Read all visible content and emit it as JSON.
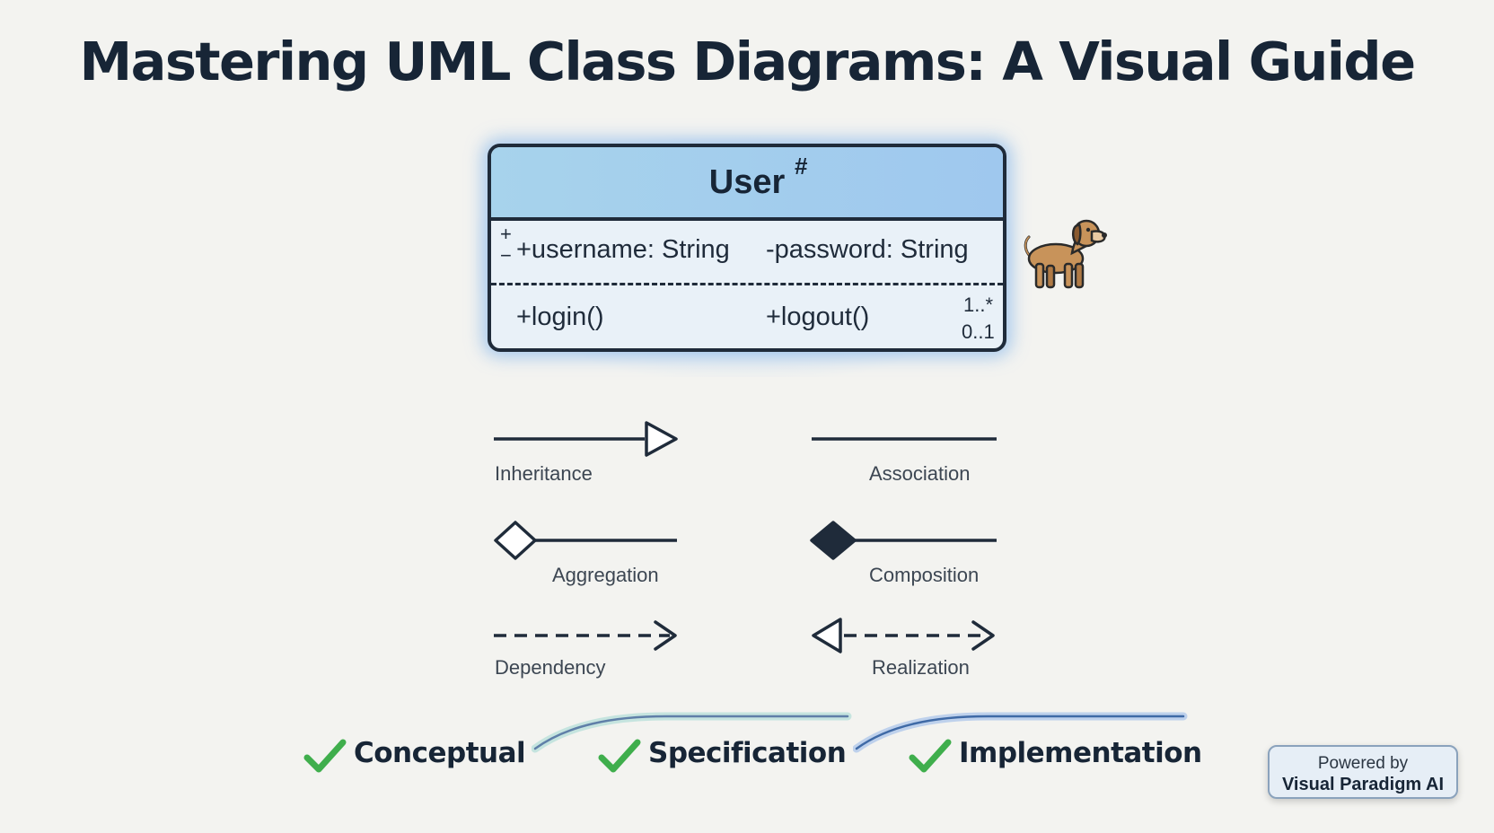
{
  "title": "Mastering UML Class Diagrams: A Visual Guide",
  "class_box": {
    "name": "User",
    "name_mark": "#",
    "visibility_marks": [
      "+",
      "−"
    ],
    "attributes": [
      "+username: String",
      "-password: String"
    ],
    "operations": [
      "+login()",
      "+logout()"
    ],
    "multiplicities": [
      "1..*",
      "0..1"
    ]
  },
  "relationships": [
    {
      "label": "Inheritance",
      "icon": "inheritance-arrow-icon"
    },
    {
      "label": "Association",
      "icon": "association-line-icon"
    },
    {
      "label": "Aggregation",
      "icon": "aggregation-diamond-icon"
    },
    {
      "label": "Composition",
      "icon": "composition-diamond-icon"
    },
    {
      "label": "Dependency",
      "icon": "dependency-arrow-icon"
    },
    {
      "label": "Realization",
      "icon": "realization-arrow-icon"
    }
  ],
  "phases": [
    {
      "label": "Conceptual",
      "icon": "check-icon"
    },
    {
      "label": "Specification",
      "icon": "check-icon"
    },
    {
      "label": "Implementation",
      "icon": "check-icon"
    }
  ],
  "badge": {
    "line1": "Powered by",
    "line2": "Visual Paradigm AI"
  },
  "colors": {
    "ink": "#1f2b3a",
    "header_fill": "#a7d3ec",
    "glow": "#6eaaeb",
    "check": "#3fae4c",
    "background": "#f3f3f0"
  }
}
